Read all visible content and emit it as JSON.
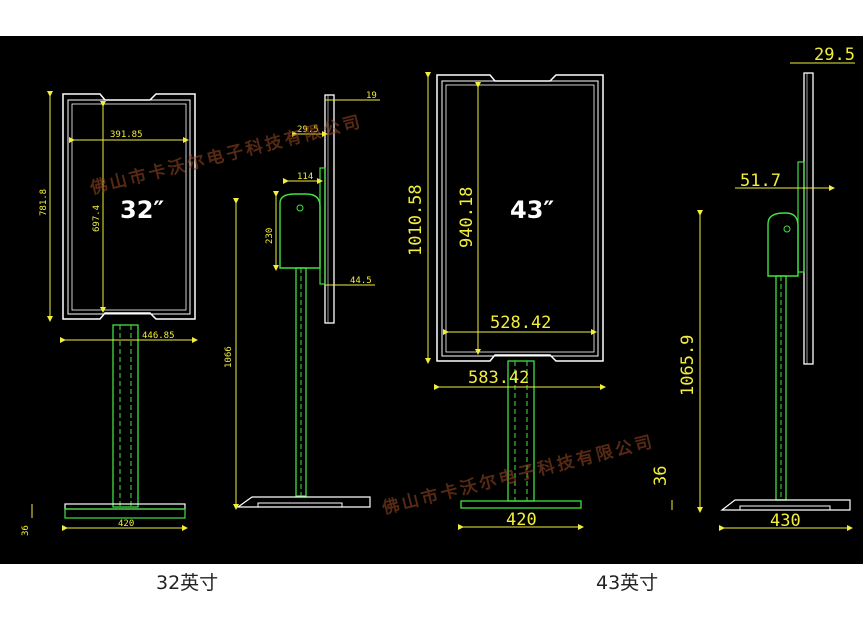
{
  "diagram": {
    "left_model": {
      "size_label": "32″",
      "caption": "32英寸",
      "front_dims": {
        "height": "781.8",
        "inner_height": "697.4",
        "inner_width": "391.85",
        "outer_width": "446.85",
        "base_width": "420",
        "base_height": "36"
      },
      "side_dims": {
        "depth_top": "19",
        "bracket_offset": "29.5",
        "bracket_width": "114",
        "bracket_height": "230",
        "bracket_lower": "44.5",
        "stand_height": "1066"
      }
    },
    "right_model": {
      "size_label": "43″",
      "caption": "43英寸",
      "front_dims": {
        "height": "1010.58",
        "inner_height": "940.18",
        "inner_width": "528.42",
        "outer_width": "583.42",
        "base_width": "420"
      },
      "side_dims": {
        "depth_top": "29.5",
        "bracket_offset": "51.7",
        "stand_height": "1065.9",
        "base_height": "36",
        "base_width": "430"
      }
    },
    "watermark": "佛山市卡沃尔电子科技有限公司",
    "colors": {
      "background": "#000000",
      "outline": "#ffffff",
      "stand": "#3fe33f",
      "dimension": "#f2ee3a",
      "watermark": "#9a4a22"
    }
  }
}
